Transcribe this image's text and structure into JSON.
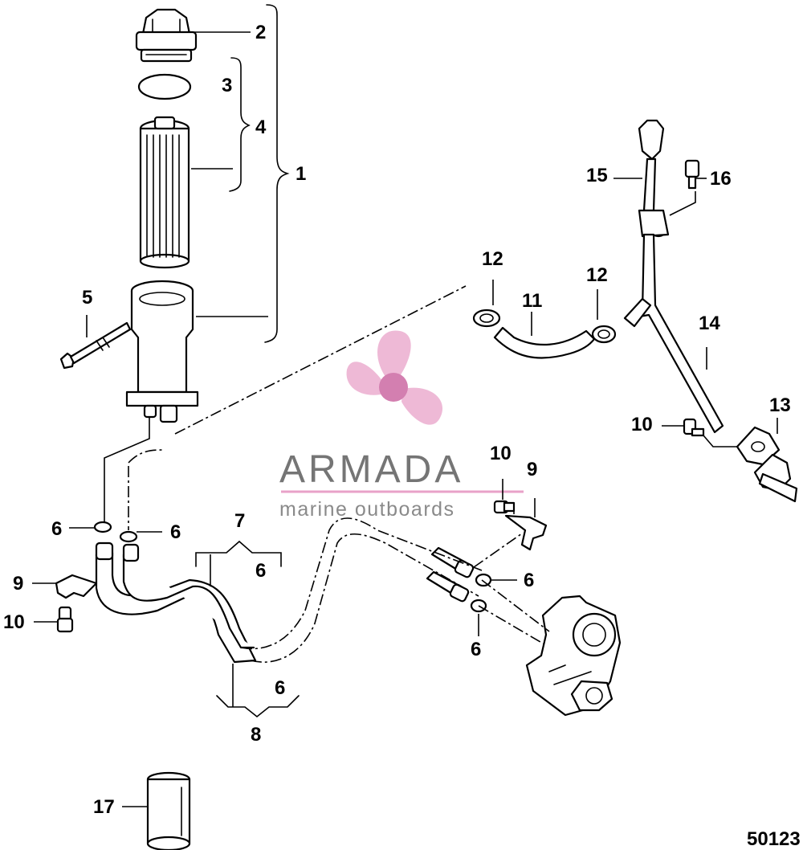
{
  "diagram": {
    "figure_number": "50123",
    "callouts": {
      "c1": "1",
      "c2": "2",
      "c3": "3",
      "c4": "4",
      "c5": "5",
      "c6a": "6",
      "c6b": "6",
      "c6c": "6",
      "c6d": "6",
      "c6e": "6",
      "c6f": "6",
      "c7": "7",
      "c8": "8",
      "c9a": "9",
      "c9b": "9",
      "c10a": "10",
      "c10b": "10",
      "c10c": "10",
      "c11": "11",
      "c12a": "12",
      "c12b": "12",
      "c13": "13",
      "c14": "14",
      "c15": "15",
      "c16": "16",
      "c17": "17"
    }
  },
  "watermark": {
    "brand": "ARMADA",
    "tagline": "marine outboards",
    "accent_color": "#e8a2c8",
    "accent_dark": "#d37fb0"
  }
}
